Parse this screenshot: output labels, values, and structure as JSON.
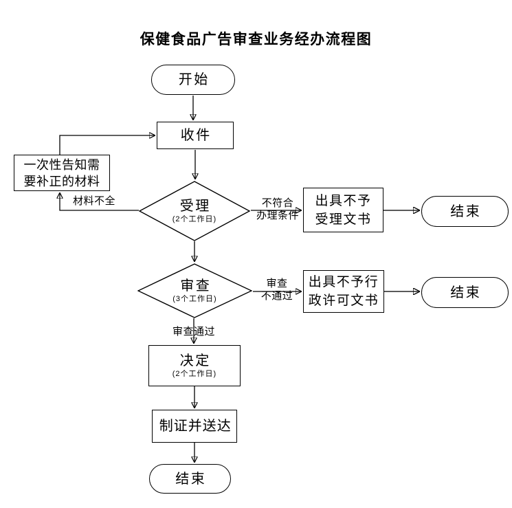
{
  "title": "保健食品广告审查业务经办流程图",
  "nodes": {
    "start": {
      "label": "开始"
    },
    "receive": {
      "label": "收件"
    },
    "notify": {
      "line1": "一次性告知需",
      "line2": "要补正的材料"
    },
    "accept": {
      "label": "受理",
      "duration": "(2个工作日)"
    },
    "reject_accept": {
      "line1": "出具不予",
      "line2": "受理文书"
    },
    "end_accept": {
      "label": "结束"
    },
    "review": {
      "label": "审查",
      "duration": "(3个工作日)"
    },
    "reject_review": {
      "line1": "出具不予行",
      "line2": "政许可文书"
    },
    "end_review": {
      "label": "结束"
    },
    "decide": {
      "label": "决定",
      "duration": "(2个工作日)"
    },
    "deliver": {
      "label": "制证并送达"
    },
    "end_final": {
      "label": "结束"
    }
  },
  "edge_labels": {
    "materials_incomplete": "材料不全",
    "not_qualified_line1": "不符合",
    "not_qualified_line2": "办理条件",
    "review_fail_line1": "审查",
    "review_fail_line2": "不通过",
    "review_pass": "审查通过"
  },
  "colors": {
    "line": "#000000",
    "emphasis_arrow": "#5a5a5a",
    "text": "#000000",
    "background": "#ffffff"
  }
}
